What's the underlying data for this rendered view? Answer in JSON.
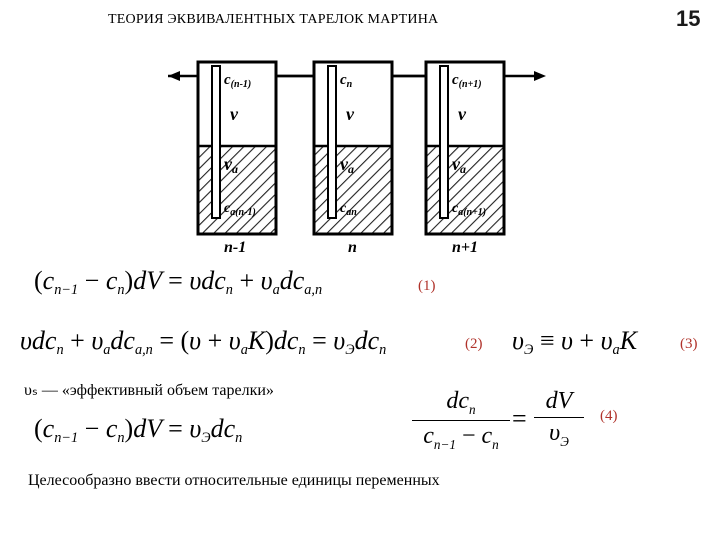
{
  "slide": {
    "title": "ТЕОРИЯ ЭКВИВАЛЕНТНЫХ ТАРЕЛОК МАРТИНА",
    "page_number": "15"
  },
  "figure": {
    "plates": [
      {
        "c": "c(n-1)",
        "v": "v",
        "va": "va",
        "ca": "ca(n-1)",
        "label": "n-1"
      },
      {
        "c": "cn",
        "v": "v",
        "va": "va",
        "ca": "can",
        "label": "n"
      },
      {
        "c": "c(n+1)",
        "v": "v",
        "va": "va",
        "ca": "ca(n+1)",
        "label": "n+1"
      }
    ]
  },
  "equations": {
    "eq1_number": "(1)",
    "eq2_number": "(2)",
    "eq3_number": "(3)",
    "eq4_number": "(4)"
  },
  "text": {
    "effective_volume": "υₛ — «эффективный объем тарелки»",
    "relative_units": "Целесообразно ввести относительные единицы переменных"
  }
}
